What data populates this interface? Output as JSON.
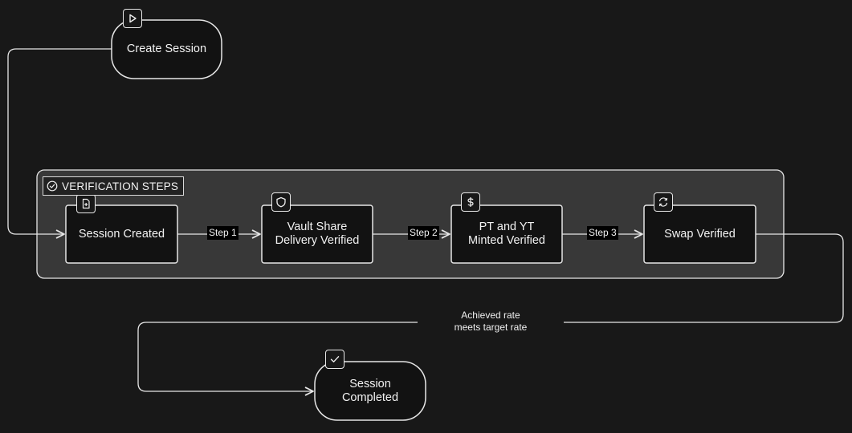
{
  "diagram": {
    "group": {
      "title": "VERIFICATION STEPS",
      "icon": "check-circle-icon"
    },
    "nodes": {
      "create_session": {
        "label": "Create Session",
        "icon": "play-icon"
      },
      "session_created": {
        "label": "Session Created",
        "icon": "file-plus-icon"
      },
      "vault_share": {
        "line1": "Vault Share",
        "line2": "Delivery Verified",
        "icon": "shield-icon"
      },
      "pt_yt": {
        "line1": "PT and YT",
        "line2": "Minted Verified",
        "icon": "dollar-icon"
      },
      "swap_verified": {
        "label": "Swap Verified",
        "icon": "refresh-icon"
      },
      "session_completed": {
        "line1": "Session",
        "line2": "Completed",
        "icon": "check-icon"
      }
    },
    "edges": {
      "step1": "Step 1",
      "step2": "Step 2",
      "step3": "Step 3",
      "condition_line1": "Achieved rate",
      "condition_line2": "meets target rate"
    }
  },
  "colors": {
    "background": "#181818",
    "group_fill": "#3a3a3a",
    "node_fill": "#121212",
    "stroke": "#e6e6e6"
  }
}
